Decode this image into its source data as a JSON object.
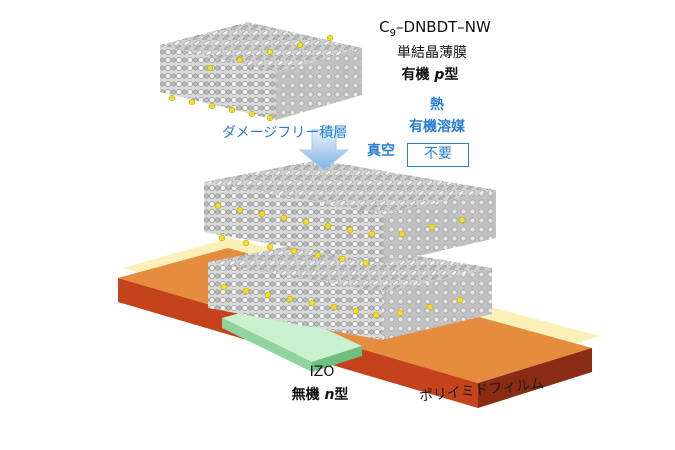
{
  "top_crystal": {
    "name_prefix": "C",
    "name_subscript": "9",
    "name_suffix": "–DNBDT–NW",
    "description": "単結晶薄膜",
    "type_prefix": "有機 ",
    "type_italic": "p",
    "type_suffix": "型"
  },
  "process": {
    "label": "ダメージフリー積層",
    "not_needed": [
      "熱",
      "有機溶媒",
      "真空"
    ],
    "badge": "不要"
  },
  "electrode": {
    "name": "IZO",
    "type_prefix": "無機 ",
    "type_italic": "n",
    "type_suffix": "型"
  },
  "substrate": {
    "label": "ポリイミドフィルム"
  },
  "colors": {
    "accent_blue": "#2a7fd4",
    "film_orange": "#e8692a",
    "film_top": "#e58c3e",
    "izo_green": "#a8e6b4",
    "sulfur_yellow": "#f2dc2a",
    "molecule_gray": "#9a9a9a"
  }
}
